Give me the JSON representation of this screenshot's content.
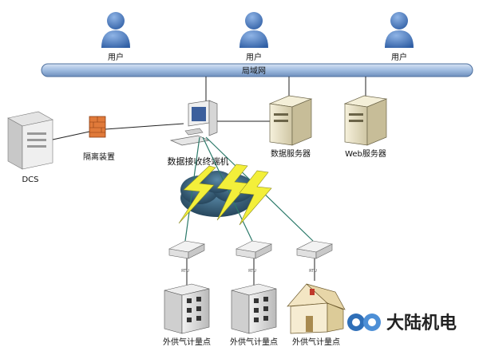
{
  "network": {
    "lan_label": "局域网",
    "users": [
      "用户",
      "用户",
      "用户"
    ]
  },
  "nodes": {
    "dcs": "DCS",
    "isolation_device": "隔离装置",
    "data_terminal": "数据接收终端机",
    "data_server": "数据服务器",
    "web_server": "Web服务器"
  },
  "rtu_label": "RTU",
  "metering_points": [
    "外供气计量点",
    "外供气计量点",
    "外供气计量点"
  ],
  "logo": {
    "text": "大陆机电"
  },
  "colors": {
    "user_blue": "#3b6db3",
    "lan_bar": "#9fbce0",
    "lightning": "#f3ef3a",
    "firewall": "#e07a3a",
    "cloud": "#2d5068",
    "logo_blue": "#2f6fb8"
  }
}
